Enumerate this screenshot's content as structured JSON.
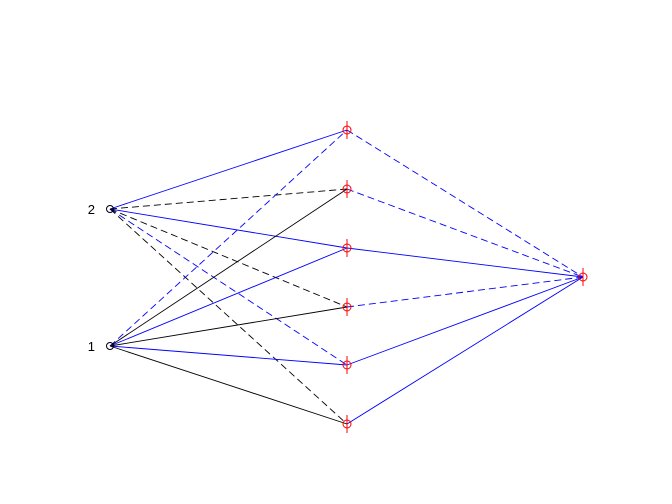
{
  "colors": {
    "positive": "#0000ff",
    "negative": "#000000",
    "node_marker": "#ff0000",
    "input_node": "#000000",
    "background": "#ffffff"
  },
  "network": {
    "input_nodes": [
      {
        "id": "in1",
        "label": "1"
      },
      {
        "id": "in2",
        "label": "2"
      }
    ],
    "hidden_nodes": [
      {
        "id": "h1"
      },
      {
        "id": "h2"
      },
      {
        "id": "h3"
      },
      {
        "id": "h4"
      },
      {
        "id": "h5"
      },
      {
        "id": "h6"
      }
    ],
    "output_nodes": [
      {
        "id": "out1"
      }
    ],
    "connections": [
      {
        "from": "in2",
        "to": "h1",
        "color": "blue",
        "style": "solid"
      },
      {
        "from": "in2",
        "to": "h2",
        "color": "black",
        "style": "dashed"
      },
      {
        "from": "in2",
        "to": "h3",
        "color": "blue",
        "style": "solid"
      },
      {
        "from": "in2",
        "to": "h4",
        "color": "black",
        "style": "dashed"
      },
      {
        "from": "in2",
        "to": "h5",
        "color": "blue",
        "style": "dashed"
      },
      {
        "from": "in2",
        "to": "h6",
        "color": "black",
        "style": "dashed"
      },
      {
        "from": "in1",
        "to": "h1",
        "color": "blue",
        "style": "dashed"
      },
      {
        "from": "in1",
        "to": "h2",
        "color": "black",
        "style": "solid"
      },
      {
        "from": "in1",
        "to": "h3",
        "color": "blue",
        "style": "solid"
      },
      {
        "from": "in1",
        "to": "h4",
        "color": "black",
        "style": "solid"
      },
      {
        "from": "in1",
        "to": "h5",
        "color": "blue",
        "style": "solid"
      },
      {
        "from": "in1",
        "to": "h6",
        "color": "black",
        "style": "solid"
      },
      {
        "from": "h1",
        "to": "out1",
        "color": "blue",
        "style": "dashed"
      },
      {
        "from": "h2",
        "to": "out1",
        "color": "blue",
        "style": "dashed"
      },
      {
        "from": "h3",
        "to": "out1",
        "color": "blue",
        "style": "solid"
      },
      {
        "from": "h4",
        "to": "out1",
        "color": "blue",
        "style": "dashed"
      },
      {
        "from": "h5",
        "to": "out1",
        "color": "blue",
        "style": "solid"
      },
      {
        "from": "h6",
        "to": "out1",
        "color": "blue",
        "style": "solid"
      }
    ]
  }
}
